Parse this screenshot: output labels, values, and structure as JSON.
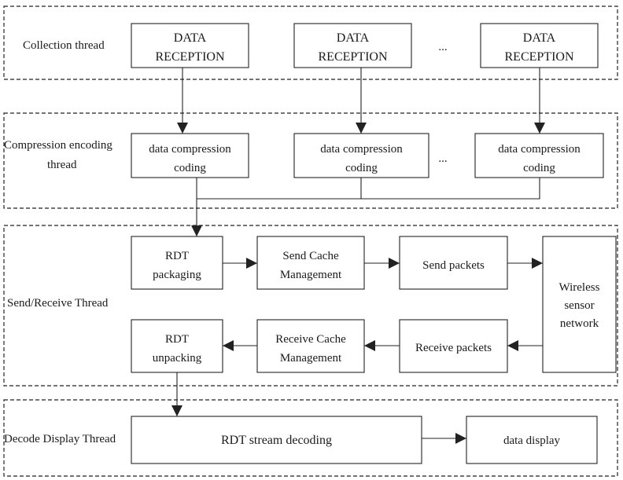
{
  "threads": {
    "collection": "Collection thread",
    "compression_l1": "Compression encoding",
    "compression_l2": "thread",
    "sendrecv": "Send/Receive Thread",
    "decode": "Decode Display Thread"
  },
  "collection_boxes": [
    {
      "line1": "DATA",
      "line2": "RECEPTION"
    },
    {
      "line1": "DATA",
      "line2": "RECEPTION"
    },
    {
      "line1": "DATA",
      "line2": "RECEPTION"
    }
  ],
  "compression_boxes": [
    {
      "line1": "data compression",
      "line2": "coding"
    },
    {
      "line1": "data compression",
      "line2": "coding"
    },
    {
      "line1": "data compression",
      "line2": "coding"
    }
  ],
  "ellipsis": "...",
  "send_row": {
    "rdt_packaging": {
      "line1": "RDT",
      "line2": "packaging"
    },
    "send_cache": {
      "line1": "Send Cache",
      "line2": "Management"
    },
    "send_packets": "Send packets"
  },
  "wireless": {
    "line1": "Wireless",
    "line2": "sensor",
    "line3": "network"
  },
  "receive_row": {
    "rdt_unpacking": {
      "line1": "RDT",
      "line2": "unpacking"
    },
    "receive_cache": {
      "line1": "Receive Cache",
      "line2": "Management"
    },
    "receive_packets": "Receive packets"
  },
  "decode_row": {
    "stream_decoding": "RDT stream decoding",
    "data_display": "data display"
  }
}
